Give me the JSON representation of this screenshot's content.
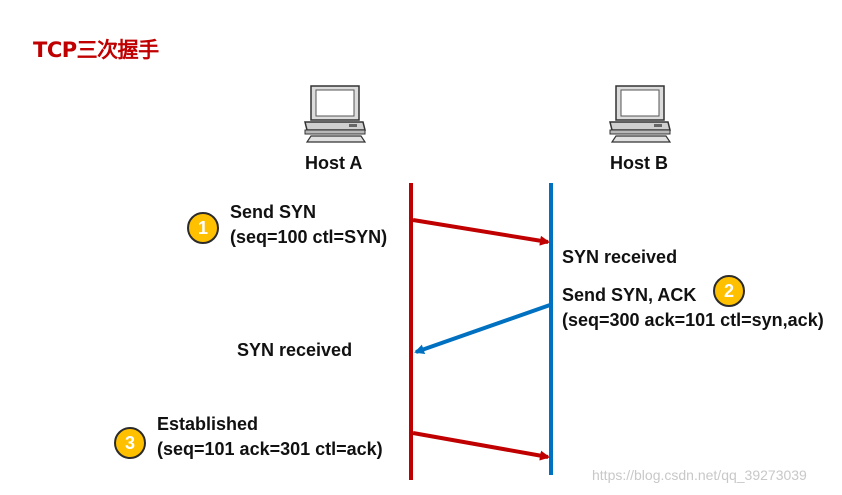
{
  "title": "TCP三次握手",
  "hosts": {
    "a": {
      "label": "Host A"
    },
    "b": {
      "label": "Host B"
    }
  },
  "steps": [
    {
      "number": "1",
      "line1": "Send SYN",
      "line2": "(seq=100 ctl=SYN)"
    },
    {
      "number": "2",
      "received": "SYN received",
      "line1": "Send SYN, ACK",
      "line2": "(seq=300 ack=101 ctl=syn,ack)"
    },
    {
      "number": "3",
      "received": "SYN received",
      "line1": "Established",
      "line2": "(seq=101 ack=301 ctl=ack)"
    }
  ],
  "colors": {
    "title": "#c00000",
    "host_a_line": "#c00000",
    "host_b_line": "#0070c0",
    "badge": "#ffc000"
  },
  "watermark": "https://blog.csdn.net/qq_39273039"
}
